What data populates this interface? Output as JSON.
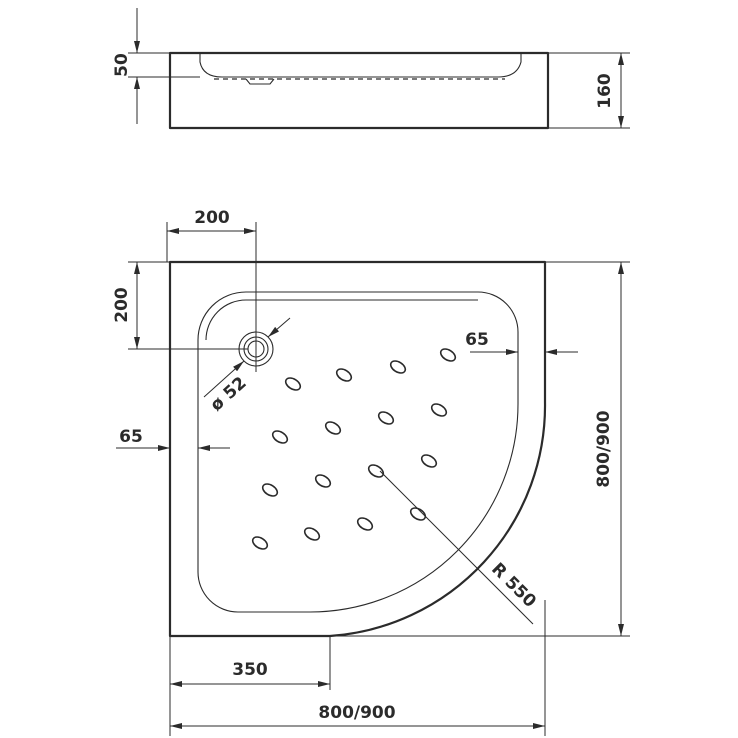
{
  "dimensions": {
    "rim_depth": "50",
    "total_height": "160",
    "drain_offset_x": "200",
    "drain_offset_y": "200",
    "drain_diameter": "ø 52",
    "inner_margin_right": "65",
    "inner_margin_left": "65",
    "overall_depth": "800/900",
    "overall_width": "800/900",
    "straight_edge": "350",
    "radius": "R 550"
  },
  "colors": {
    "line": "#2b2b2b",
    "background": "#ffffff"
  }
}
